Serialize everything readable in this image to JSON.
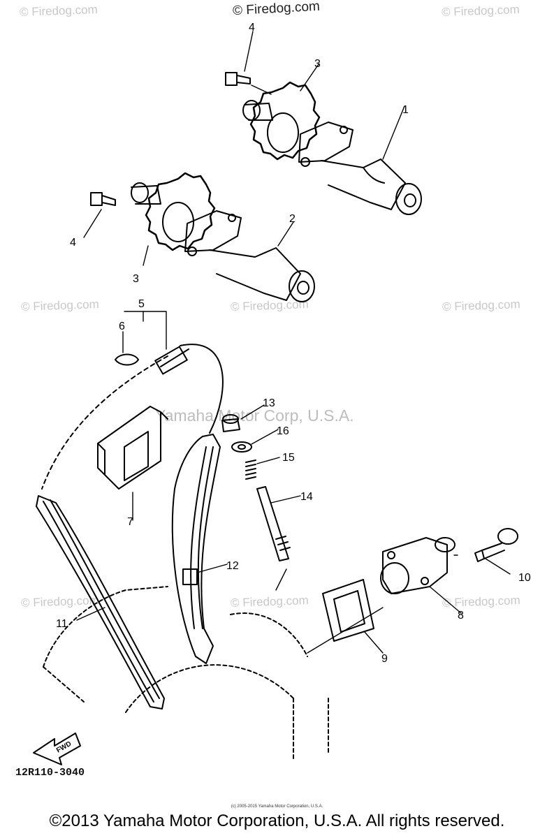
{
  "watermarks": {
    "text": "© Firedog.com",
    "top": "© Firedog.com",
    "center": "Yamaha Motor Corp, U.S.A."
  },
  "callouts": [
    "1",
    "2",
    "3",
    "3",
    "4",
    "4",
    "5",
    "6",
    "7",
    "8",
    "9",
    "10",
    "11",
    "12",
    "13",
    "14",
    "15",
    "16"
  ],
  "fwd_label": "FWD",
  "diagram_code": "12R110-3040",
  "tiny_credit": "(c) 2005-2015 Yamaha Motor Corporation, U.S.A.",
  "footer_copyright": "©2013 Yamaha Motor Corporation, U.S.A. All rights reserved."
}
